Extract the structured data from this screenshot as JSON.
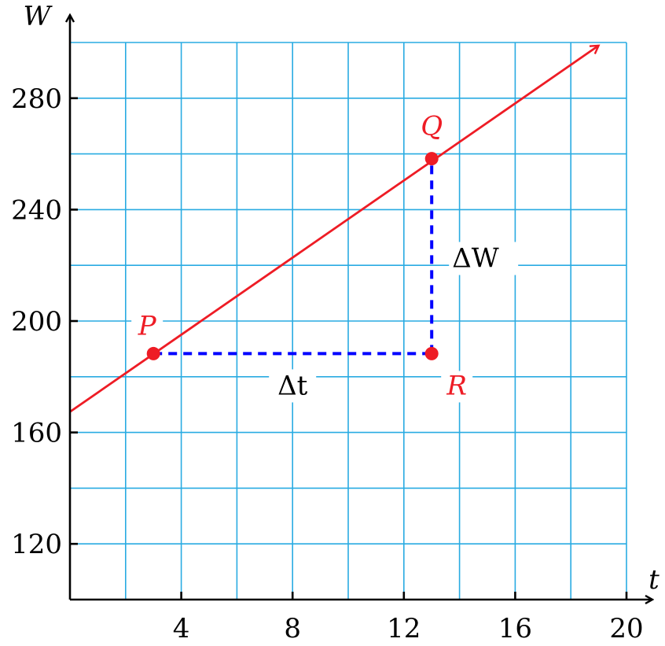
{
  "chart_data": {
    "type": "line",
    "xlabel": "t",
    "ylabel": "W",
    "xlim": [
      0,
      20
    ],
    "ylim": [
      100,
      300
    ],
    "x_ticks": [
      4,
      8,
      12,
      16,
      20
    ],
    "y_ticks": [
      120,
      160,
      200,
      240,
      280
    ],
    "grid": true,
    "grid_x_step": 2,
    "grid_y_step": 20,
    "series": [
      {
        "x": [
          0,
          19
        ],
        "y": [
          167.4,
          298.9
        ],
        "color": "#ee1c25"
      }
    ],
    "points": [
      {
        "label": "P",
        "x": 3,
        "y": 188.3,
        "color": "#ee1c25"
      },
      {
        "label": "Q",
        "x": 13,
        "y": 258.3,
        "color": "#ee1c25"
      },
      {
        "label": "R",
        "x": 13,
        "y": 188.3,
        "color": "#ee1c25"
      }
    ],
    "annotations": {
      "delta_t": "Δt",
      "delta_W": "ΔW"
    },
    "colors": {
      "line": "#ee1c25",
      "dashed": "#0000ff",
      "grid": "#29abe2",
      "axes": "#000000"
    }
  }
}
